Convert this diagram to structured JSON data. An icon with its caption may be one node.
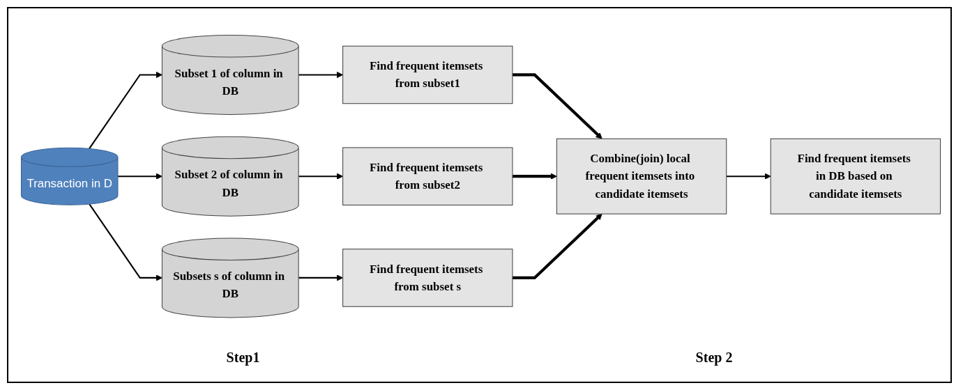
{
  "diagram": {
    "nodes": [
      {
        "text": [
          "Transaction in D"
        ]
      },
      {
        "text": [
          "Subset 1 of column in DB"
        ]
      },
      {
        "text": [
          "Find frequent itemsets from subset1"
        ]
      },
      {
        "text": [
          "Subset 2 of column in DB"
        ]
      },
      {
        "text": [
          "Find frequent itemsets from subset2"
        ]
      },
      {
        "text": [
          "Subsets s of column in DB"
        ]
      },
      {
        "text": [
          "Find frequent itemsets from subset s"
        ]
      },
      {
        "text": [
          "Combine(join) local frequent itemsets into candidate itemsets"
        ]
      },
      {
        "text": [
          "Find frequent itemsets in DB based on candidate itemsets"
        ]
      }
    ],
    "edges": [
      {
        "from": 0,
        "to": 1,
        "arrow": "to"
      },
      {
        "from": 0,
        "to": 3,
        "arrow": "to"
      },
      {
        "from": 0,
        "to": 5,
        "arrow": "to"
      },
      {
        "from": 1,
        "to": 2,
        "arrow": "to"
      },
      {
        "from": 3,
        "to": 4,
        "arrow": "to"
      },
      {
        "from": 5,
        "to": 6,
        "arrow": "to"
      },
      {
        "from": 2,
        "to": 7,
        "arrow": "to",
        "style": "thick"
      },
      {
        "from": 4,
        "to": 7,
        "arrow": "to",
        "style": "thick"
      },
      {
        "from": 6,
        "to": 7,
        "arrow": "to",
        "style": "thick"
      },
      {
        "from": 7,
        "to": 8,
        "arrow": "to"
      }
    ],
    "labels": [
      "Step1",
      "Step 2"
    ]
  }
}
